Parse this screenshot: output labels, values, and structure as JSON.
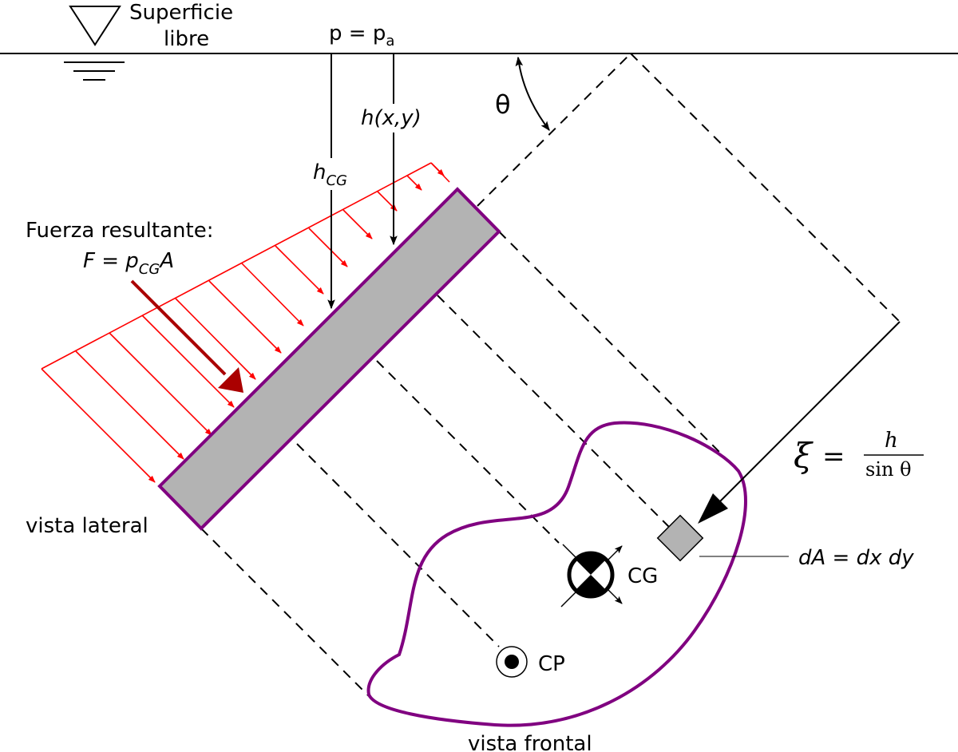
{
  "labels": {
    "free_surface_line1": "Superficie",
    "free_surface_line2": "libre",
    "pressure_p": "p = p",
    "pressure_sub": "a",
    "h_xy": "h(x,y)",
    "theta": "θ",
    "h_main": "h",
    "h_sub": "CG",
    "force_title": "Fuerza resultante:",
    "force_formula_lhs": "F = p",
    "force_formula_sub": "CG",
    "force_formula_rhs": "A",
    "side_view": "vista lateral",
    "front_view": "vista frontal",
    "xi_symbol": "ξ",
    "xi_equals": "=",
    "xi_numerator": "h",
    "xi_denominator": "sin θ",
    "dA": "dA = dx dy",
    "cg": "CG",
    "cp": "CP"
  },
  "colors": {
    "plate_fill": "#b3b3b3",
    "plate_stroke": "#800080",
    "pressure_arrows": "#ff0000",
    "resultant_arrow": "#aa0000",
    "outline": "#800080"
  },
  "icons": {
    "free_surface_marker": "inverted-triangle-icon",
    "cg_marker": "centroid-quartered-circle-icon",
    "cp_marker": "center-of-pressure-dot-icon"
  }
}
